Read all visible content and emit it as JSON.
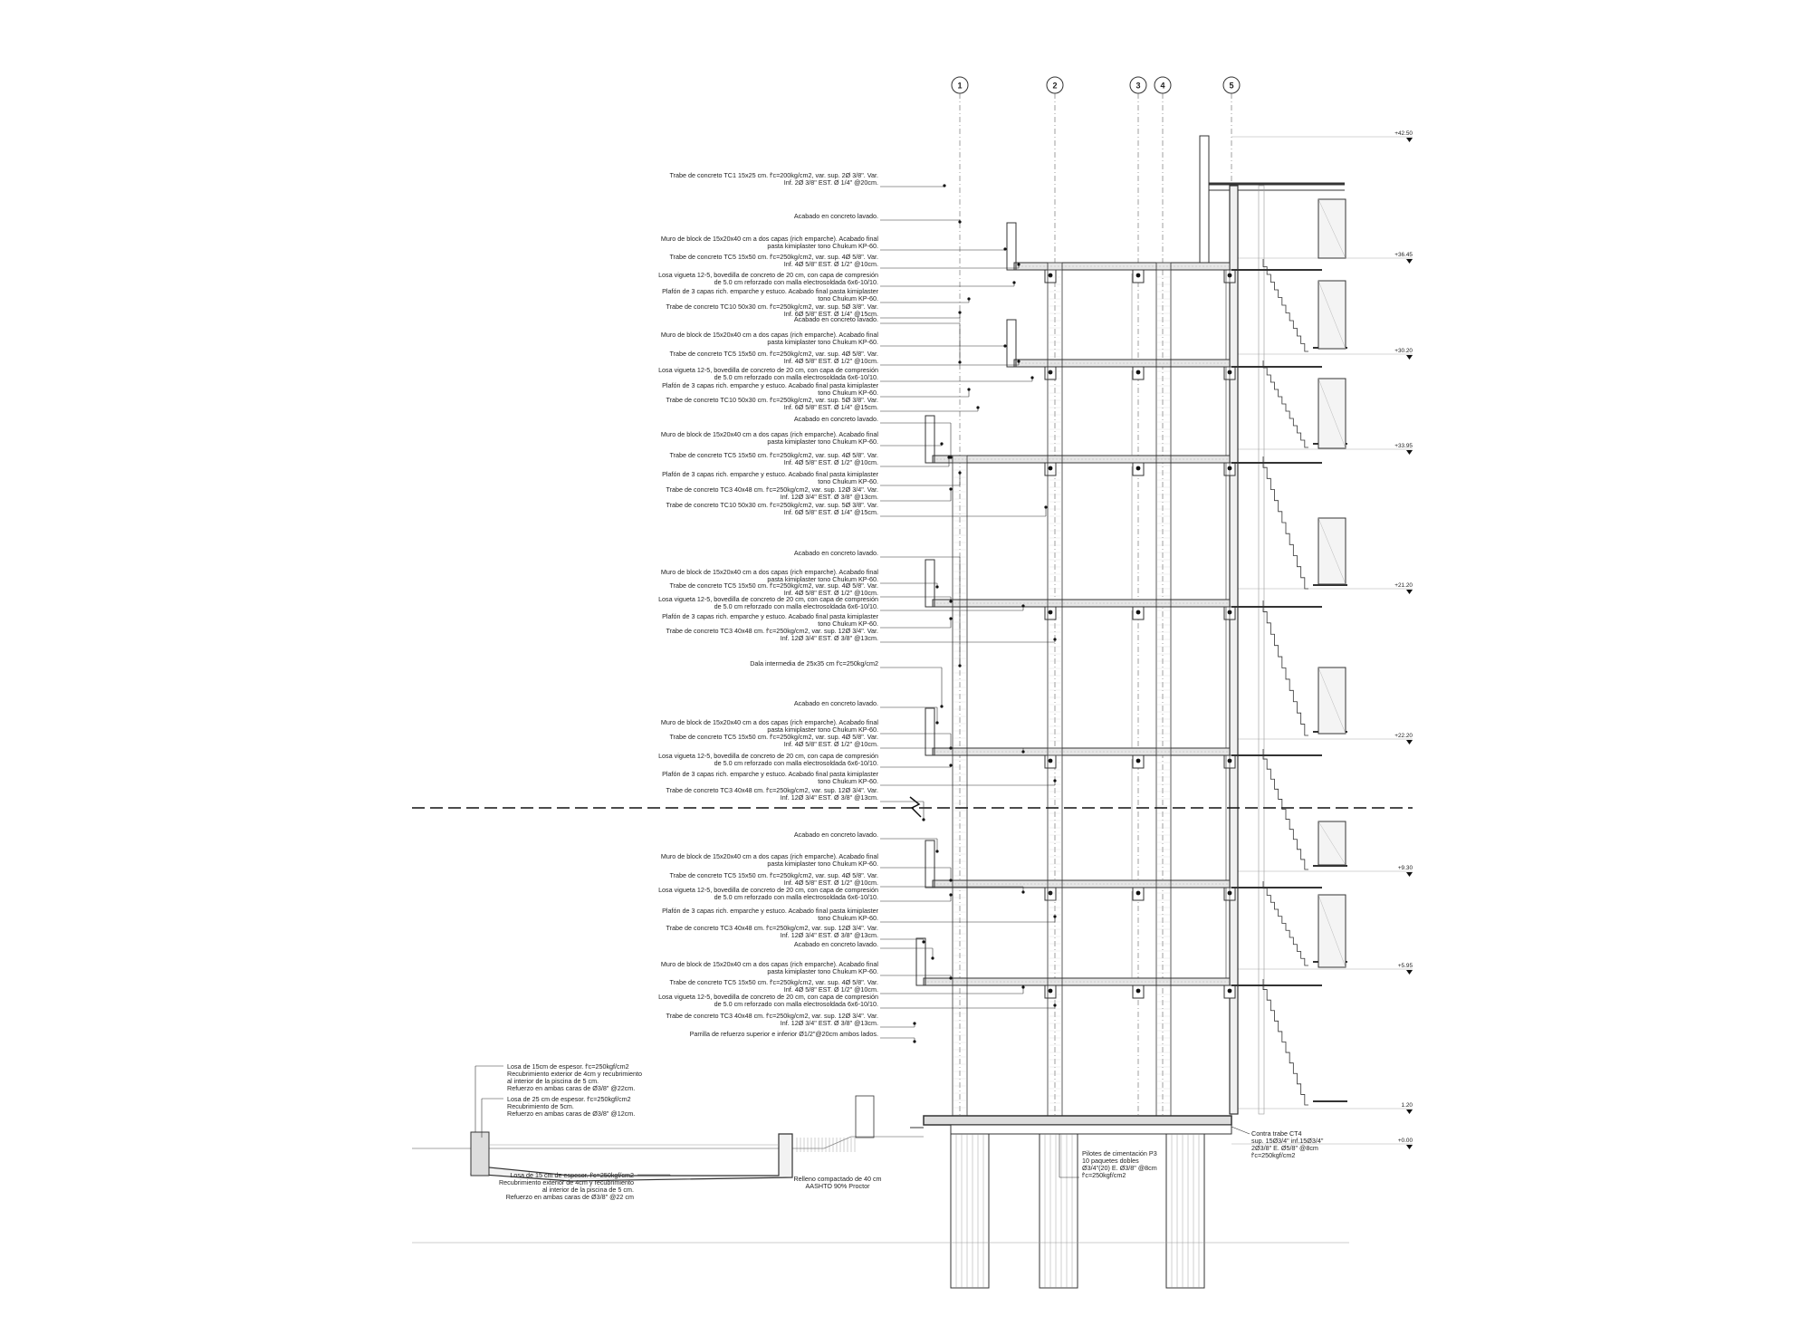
{
  "axes": [
    "1",
    "2",
    "3",
    "4",
    "5"
  ],
  "levels": [
    "+42.50",
    "+36.45",
    "+30.20",
    "+33.95",
    "+21.20",
    "+22.20",
    "+9.30",
    "+5.95",
    "1.20",
    "+0.00"
  ],
  "left_notes": [
    [
      "Trabe de concreto TC1 15x25 cm. f'c=200kg/cm2, var. sup. 2Ø  3/8\". Var.",
      "Inf. 2Ø  3/8\" EST. Ø  1/4\" @20cm."
    ],
    [
      "Acabado  en concreto lavado."
    ],
    [
      "Muro de block de 15x20x40 cm a dos capas (rich emparche). Acabado final",
      "pasta kimiplaster tono Chukum KP-60."
    ],
    [
      "Trabe de concreto TC5 15x50 cm. f'c=250kg/cm2, var. sup.  4Ø  5/8\". Var.",
      "Inf. 4Ø  5/8\" EST. Ø  1/2\" @10cm."
    ],
    [
      "Losa vigueta 12-5, bovedilla de concreto de 20 cm, con capa de compresión",
      "de 5.0 cm  reforzado con malla electrosoldada 6x6-10/10."
    ],
    [
      "Plafón de 3 capas rich. emparche y estuco. Acabado final pasta kimiplaster",
      "tono Chukum KP-60."
    ],
    [
      "Trabe de concreto TC10 50x30 cm. f'c=250kg/cm2, var. sup.  5Ø  3/8\". Var.",
      "Inf. 6Ø  5/8\" EST. Ø  1/4\" @15cm."
    ],
    [
      "Acabado  en concreto lavado."
    ],
    [
      "Muro de block de 15x20x40 cm a dos capas (rich emparche). Acabado final",
      "pasta kimiplaster tono Chukum KP-60."
    ],
    [
      "Trabe de concreto TC5 15x50 cm. f'c=250kg/cm2, var. sup.  4Ø  5/8\". Var.",
      "Inf. 4Ø  5/8\" EST. Ø  1/2\" @10cm."
    ],
    [
      "Losa vigueta 12-5, bovedilla de concreto de 20 cm, con capa de compresión",
      "de 5.0 cm  reforzado con malla electrosoldada 6x6-10/10."
    ],
    [
      "Plafón de 3 capas rich. emparche y estuco. Acabado final pasta kimiplaster",
      "tono Chukum KP-60."
    ],
    [
      "Trabe de concreto TC10 50x30 cm. f'c=250kg/cm2, var. sup.  5Ø  3/8\". Var.",
      "Inf. 6Ø  5/8\" EST. Ø  1/4\" @15cm."
    ],
    [
      "Acabado  en concreto lavado."
    ],
    [
      "Muro de block de 15x20x40 cm a dos capas (rich emparche). Acabado final",
      "pasta kimiplaster tono Chukum KP-60."
    ],
    [
      "Trabe de concreto TC5 15x50 cm. f'c=250kg/cm2, var. sup.  4Ø  5/8\". Var.",
      "Inf. 4Ø  5/8\" EST. Ø  1/2\" @10cm."
    ],
    [
      "Plafón de 3 capas rich. emparche y estuco. Acabado final pasta kimiplaster",
      "tono Chukum KP-60."
    ],
    [
      "Trabe de concreto TC3 40x48 cm. f'c=250kg/cm2, var. sup.  12Ø  3/4\". Var.",
      "Inf. 12Ø  3/4\" EST. Ø  3/8\" @13cm."
    ],
    [
      "Trabe de concreto TC10 50x30 cm. f'c=250kg/cm2, var. sup.  5Ø  3/8\". Var.",
      "Inf. 6Ø  5/8\" EST. Ø  1/4\" @15cm."
    ],
    [
      "Acabado  en concreto lavado."
    ],
    [
      "Muro de block de 15x20x40 cm a dos capas (rich emparche). Acabado final",
      "pasta kimiplaster tono Chukum KP-60."
    ],
    [
      "Trabe de concreto TC5 15x50 cm. f'c=250kg/cm2, var. sup.  4Ø  5/8\". Var.",
      "Inf. 4Ø  5/8\" EST. Ø  1/2\" @10cm."
    ],
    [
      "Losa vigueta 12-5, bovedilla de concreto de 20 cm, con capa de compresión",
      "de 5.0 cm  reforzado con malla electrosoldada 6x6-10/10."
    ],
    [
      "Plafón de 3 capas rich. emparche y estuco. Acabado final pasta kimiplaster",
      "tono Chukum KP-60."
    ],
    [
      "Trabe de concreto TC3 40x48 cm. f'c=250kg/cm2, var. sup.  12Ø  3/4\". Var.",
      "Inf. 12Ø  3/4\" EST. Ø  3/8\" @13cm."
    ],
    [
      "Dala intermedia de 25x35 cm  f'c=250kg/cm2"
    ],
    [
      "Acabado  en concreto lavado."
    ],
    [
      "Muro de block de 15x20x40 cm a dos capas (rich emparche). Acabado final",
      "pasta kimiplaster tono Chukum KP-60."
    ],
    [
      "Trabe de concreto TC5 15x50 cm. f'c=250kg/cm2, var. sup.  4Ø  5/8\". Var.",
      "Inf. 4Ø  5/8\" EST. Ø  1/2\" @10cm."
    ],
    [
      "Losa vigueta 12-5, bovedilla de concreto de 20 cm, con capa de compresión",
      "de 5.0 cm  reforzado con malla electrosoldada 6x6-10/10."
    ],
    [
      "Plafón de 3 capas rich. emparche y estuco. Acabado final pasta kimiplaster",
      "tono Chukum KP-60."
    ],
    [
      "Trabe de concreto TC3 40x48 cm. f'c=250kg/cm2, var. sup.  12Ø  3/4\". Var.",
      "Inf. 12Ø  3/4\" EST. Ø  3/8\" @13cm."
    ],
    [
      "Acabado  en concreto lavado."
    ],
    [
      "Muro de block de 15x20x40 cm a dos capas (rich emparche). Acabado final",
      "pasta kimiplaster tono Chukum KP-60."
    ],
    [
      "Trabe de concreto TC5 15x50 cm. f'c=250kg/cm2, var. sup.  4Ø  5/8\". Var.",
      "Inf. 4Ø  5/8\" EST. Ø  1/2\" @10cm."
    ],
    [
      "Losa vigueta 12-5, bovedilla de concreto de 20 cm, con capa de compresión",
      "de 5.0 cm  reforzado con malla electrosoldada 6x6-10/10."
    ],
    [
      "Plafón de 3 capas rich. emparche y estuco. Acabado final pasta kimiplaster",
      "tono Chukum KP-60."
    ],
    [
      "Trabe de concreto TC3 40x48 cm. f'c=250kg/cm2, var. sup.  12Ø  3/4\". Var.",
      "Inf. 12Ø  3/4\" EST. Ø  3/8\" @13cm."
    ],
    [
      "Acabado  en concreto lavado."
    ],
    [
      "Muro de block de 15x20x40 cm a dos capas (rich emparche). Acabado final",
      "pasta kimiplaster tono Chukum KP-60."
    ],
    [
      "Trabe de concreto TC5 15x50 cm. f'c=250kg/cm2, var. sup.  4Ø  5/8\". Var.",
      "Inf. 4Ø  5/8\" EST. Ø  1/2\" @10cm."
    ],
    [
      "Losa vigueta 12-5, bovedilla de concreto de 20 cm, con capa de compresión",
      "de 5.0 cm  reforzado con malla electrosoldada 6x6-10/10."
    ],
    [
      "Trabe de concreto TC3 40x48 cm. f'c=250kg/cm2, var. sup.  12Ø  3/4\". Var.",
      "Inf. 12Ø  3/4\" EST. Ø  3/8\" @13cm."
    ],
    [
      "Parrilla de refuerzo superior e inferior Ø1/2\"@20cm ambos lados."
    ]
  ],
  "pool_notes": [
    [
      "Losa  de 15cm de espesor. f'c=250kgf/cm2",
      "Recubrimiento exterior de 4cm y recubrimiento",
      "al interior de la piscina de 5 cm.",
      "Refuerzo en ambas caras de Ø3/8\" @22cm."
    ],
    [
      "Losa de 25 cm de espesor. f'c=250kgf/cm2",
      "Recubrimiento de 5cm.",
      "Refuerzo en ambas caras de Ø3/8\" @12cm."
    ],
    [
      "Losa de 15 cm de espesor. f'c=250kgf/cm2",
      "Recubrimiento exterior de 4cm y recubrimiento",
      "al interior de la piscina de 5 cm.",
      "Refuerzo en ambas caras de Ø3/8\" @22 cm"
    ]
  ],
  "ground_notes": {
    "fill": [
      "Relleno compactado de 40 cm",
      "AASHTO 90% Proctor"
    ],
    "piles": [
      "Pilotes de cimentación P3",
      "10 paquetes dobles",
      "Ø3/4\"(20) E. Ø3/8\" @8cm",
      "f'c=250kgf/cm2"
    ],
    "counter_beam": [
      "Contra trabe CT4",
      "sup. 15Ø3/4\" inf.15Ø3/4\"",
      "2Ø3/8\" E. Ø5/8\" @8cm",
      "f'c=250kgf/cm2"
    ]
  },
  "colors": {
    "line": "#333333",
    "light": "#888888",
    "hatch": "#e6e6e6"
  }
}
